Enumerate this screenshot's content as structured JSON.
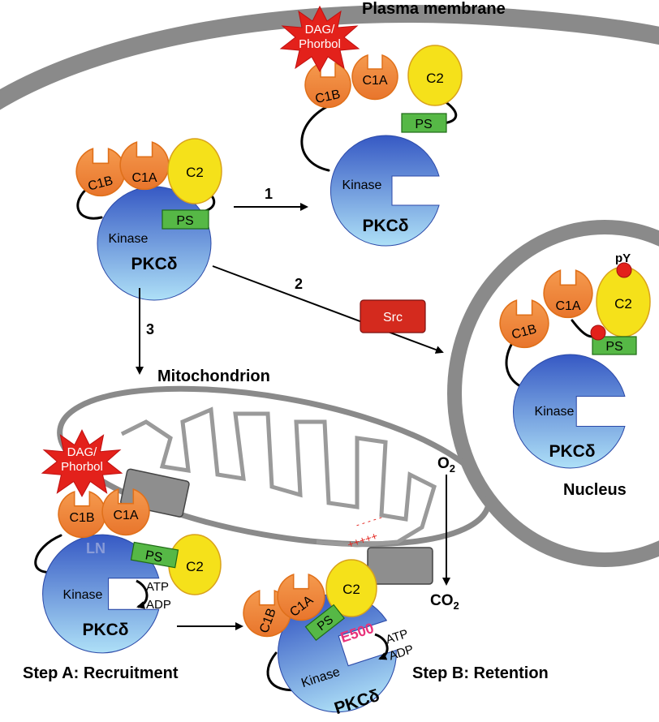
{
  "labels": {
    "plasma_membrane": "Plasma membrane",
    "mitochondrion": "Mitochondrion",
    "nucleus": "Nucleus",
    "step_a": "Step A: Recruitment",
    "step_b": "Step B: Retention",
    "o2_base": "O",
    "co2_base": "CO",
    "sub2": "2",
    "path1": "1",
    "path2": "2",
    "path3": "3",
    "src": "Src",
    "py": "pY",
    "ln": "LN",
    "e500": "E500",
    "plus_signs": "+++++",
    "minus_signs": "- - - - -"
  },
  "protein": {
    "c1b": "C1B",
    "c1a": "C1A",
    "c2": "C2",
    "ps": "PS",
    "kinase": "Kinase",
    "name": "PKCδ",
    "atp": "ATP",
    "adp": "ADP",
    "dag_line1": "DAG/",
    "dag_line2": "Phorbol"
  },
  "colors": {
    "membrane": "#8a8a8a",
    "kinase_top": "#3a5fc8",
    "kinase_bottom": "#a9dcf5",
    "c1_domain": "#f08a3c",
    "c2_domain": "#f5e11a",
    "ps_box": "#56b846",
    "dag_burst": "#e3211b",
    "src_box": "#d42a1e",
    "phospho": "#e3211b",
    "charge": "#e3211b",
    "e500": "#e8327a",
    "ln": "#8a9cd8"
  }
}
